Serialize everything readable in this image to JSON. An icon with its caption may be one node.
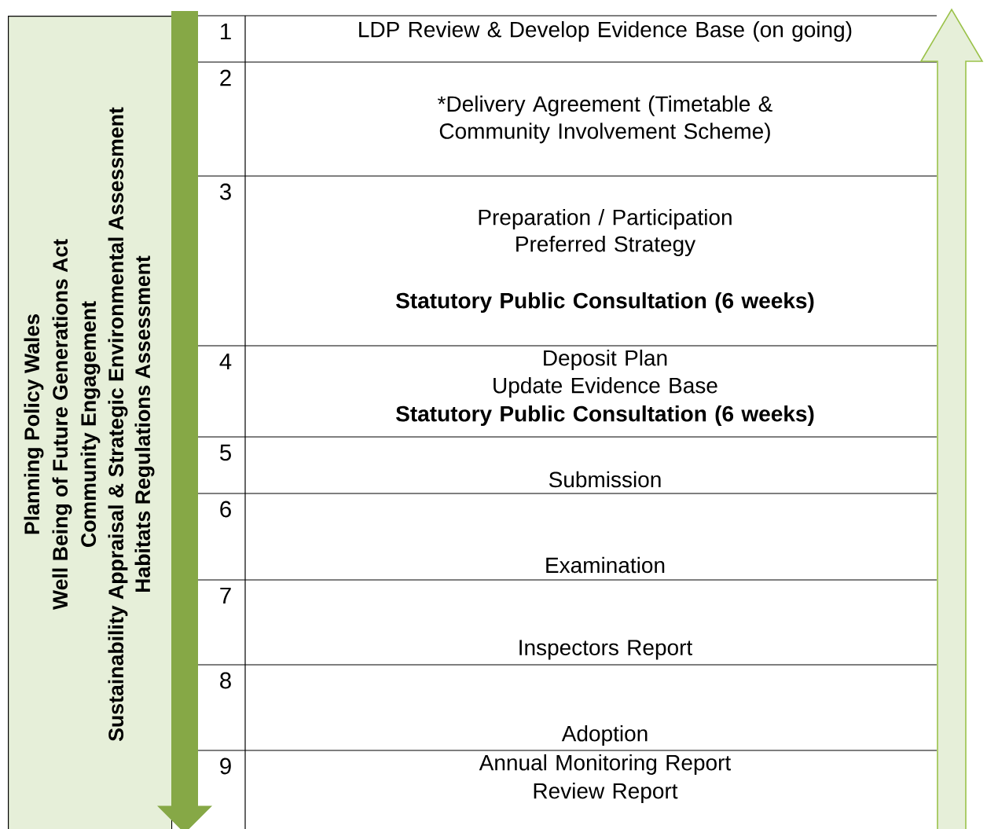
{
  "diagram": {
    "nodes": [
      {
        "text": [
          "Planning Policy Wales",
          "Well Being of Future Generations Act",
          "Community Engagement",
          "Sustainability Appraisal & Strategic Environmental Assessment",
          "Habitats Regulations Assessment"
        ]
      },
      {
        "text": [
          "1",
          "LDP Review & Develop Evidence Base (on going)"
        ]
      },
      {
        "text": [
          "2",
          "*Delivery Agreement (Timetable & Community Involvement Scheme)"
        ]
      },
      {
        "text": [
          "3",
          "Preparation / Participation",
          "Preferred Strategy",
          "**Statutory Public Consultation (6 weeks)**"
        ]
      },
      {
        "text": [
          "4",
          "Deposit Plan",
          "Update Evidence Base",
          "**Statutory Public Consultation (6 weeks)**"
        ]
      },
      {
        "text": [
          "5",
          "Submission"
        ]
      },
      {
        "text": [
          "6",
          "Examination"
        ]
      },
      {
        "text": [
          "7",
          "Inspectors Report"
        ]
      },
      {
        "text": [
          "8",
          "Adoption"
        ]
      },
      {
        "text": [
          "9",
          "Annual Monitoring Report",
          "Review Report"
        ]
      }
    ],
    "edges": [
      {
        "from": 1,
        "to": 9,
        "arrow": "to",
        "color": "#86a846"
      },
      {
        "from": 9,
        "to": 1,
        "arrow": "to",
        "color": "#9bc24a"
      }
    ]
  }
}
